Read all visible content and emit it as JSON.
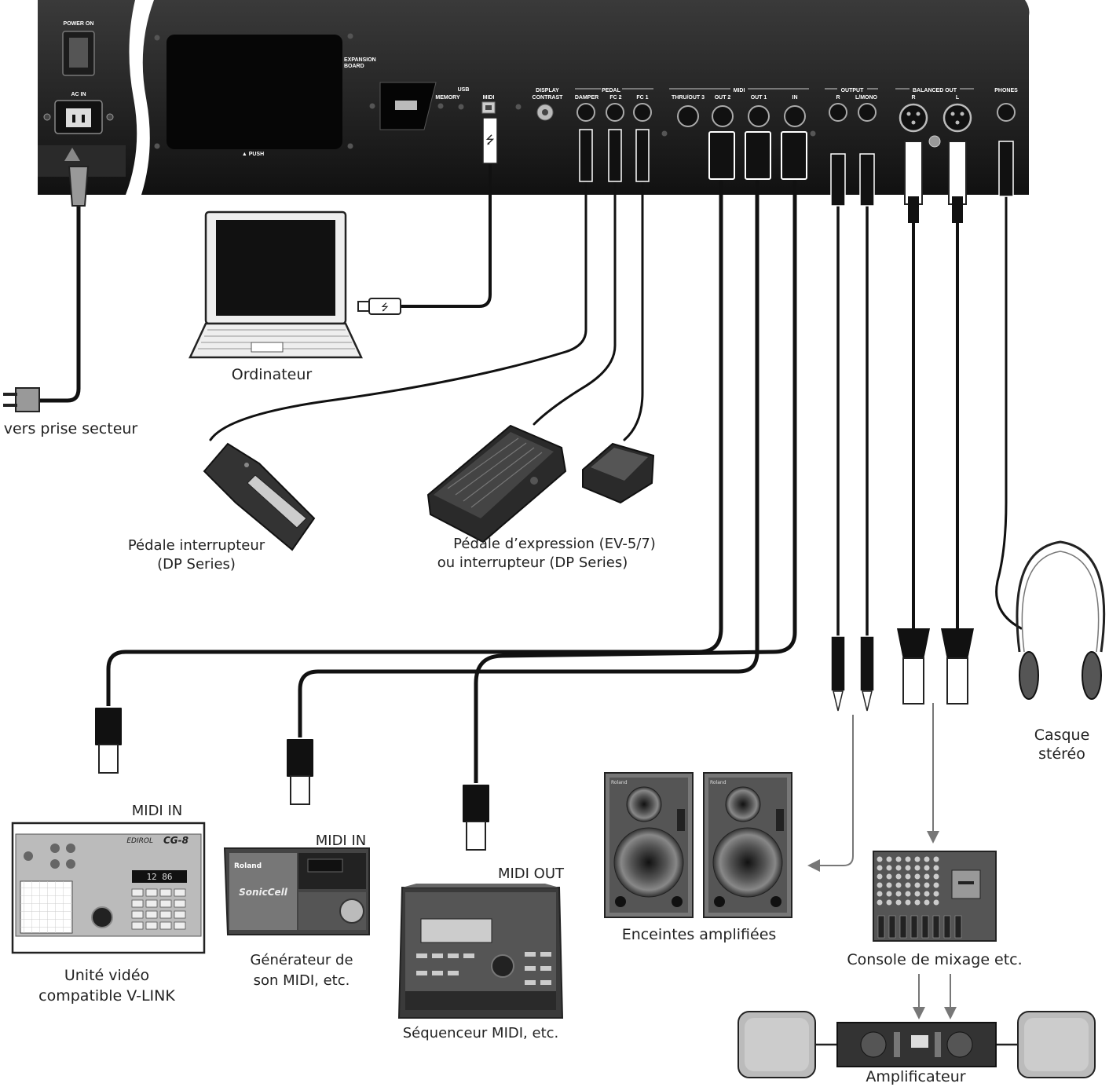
{
  "panel": {
    "power_on": "POWER ON",
    "ac_in": "AC IN",
    "expansion_board": [
      "EXPANSION",
      "BOARD"
    ],
    "push": "▲ PUSH",
    "usb": "USB",
    "usb_memory": "MEMORY",
    "usb_midi": "MIDI",
    "display_contrast": [
      "DISPLAY",
      "CONTRAST"
    ],
    "pedal": "PEDAL",
    "damper": "DAMPER",
    "fc2": "FC 2",
    "fc1": "FC 1",
    "midi": "MIDI",
    "thru_out3": "THRU/OUT 3",
    "out2": "OUT 2",
    "out1": "OUT 1",
    "in": "IN",
    "output": "OUTPUT",
    "output_r": "R",
    "output_lmono": "L/MONO",
    "balanced_out": "BALANCED OUT",
    "balanced_r": "R",
    "balanced_l": "L",
    "phones": "PHONES"
  },
  "devices": {
    "power_outlet": "vers prise secteur",
    "computer": "Ordinateur",
    "switch_pedal": [
      "Pédale interrupteur",
      "(DP Series)"
    ],
    "expression_pedal": [
      "Pédale d’expression (EV-5/7)",
      "ou interrupteur (DP Series)"
    ],
    "headphones": [
      "Casque",
      "stéréo"
    ],
    "vlink_port": "MIDI IN",
    "vlink_unit": [
      "Unité vidéo",
      "compatible V-LINK"
    ],
    "vlink_brand": "EDIROL",
    "vlink_model": "CG-8",
    "sound_gen_port": "MIDI IN",
    "sound_gen": [
      "Générateur de",
      "son MIDI, etc."
    ],
    "sound_gen_brand": "Roland",
    "sound_gen_model": "SonicCell",
    "sequencer_port": "MIDI OUT",
    "sequencer": "Séquenceur MIDI, etc.",
    "speakers": "Enceintes amplifiées",
    "speaker_brand": "Roland",
    "mixer": "Console de mixage etc.",
    "amplifier": "Amplificateur"
  }
}
